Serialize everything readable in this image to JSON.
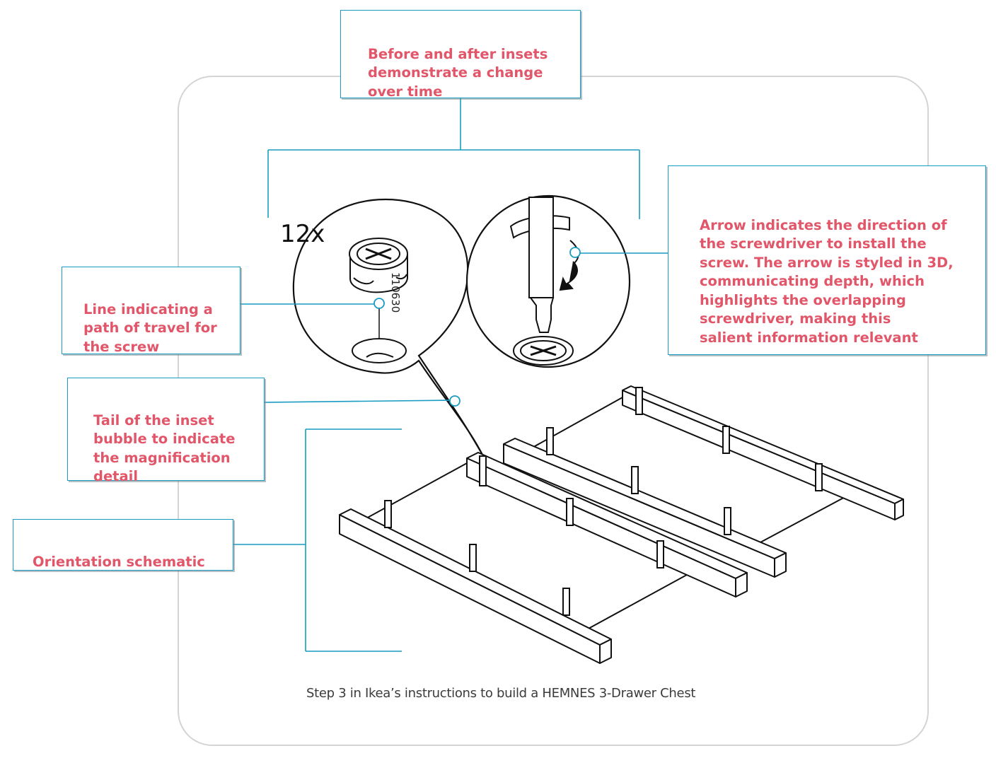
{
  "callouts": {
    "insets": "Before and after insets\ndemonstrate a change\nover time",
    "arrow": "Arrow indicates the direction of\nthe screwdriver to install the\nscrew. The arrow is styled in 3D,\ncommunicating depth, which\nhighlights the overlapping\nscrewdriver, making this\nsalient information relevant",
    "path": "Line indicating a\npath of travel for\nthe screw",
    "tail": "Tail of the inset\nbubble to indicate\nthe magnification\ndetail",
    "orientation": "Orientation schematic"
  },
  "diagram": {
    "quantity": "12x",
    "part_number": "110630",
    "caption": "Step 3 in Ikea’s instructions to build a HEMNES  3-Drawer Chest"
  },
  "colors": {
    "callout_text": "#e2566a",
    "callout_border": "#1a9bc3",
    "leader_line": "#1a9bc3",
    "drawing": "#111111"
  }
}
